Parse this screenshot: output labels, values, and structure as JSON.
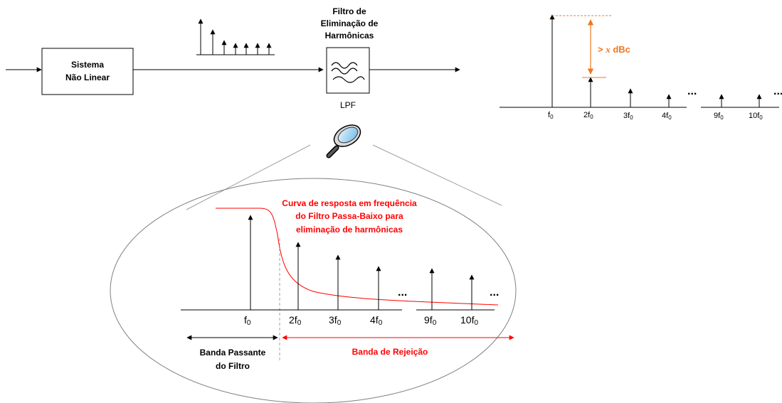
{
  "blocks": {
    "system_l1": "Sistema",
    "system_l2": "Não Linear",
    "filter_title_l1": "Filtro de",
    "filter_title_l2": "Eliminação de",
    "filter_title_l3": "Harmônicas",
    "filter_type": "LPF"
  },
  "spectrum": {
    "labels": [
      {
        "base": "f",
        "sub": "0"
      },
      {
        "base": "2f",
        "sub": "0"
      },
      {
        "base": "3f",
        "sub": "0"
      },
      {
        "base": "4f",
        "sub": "0"
      },
      {
        "base": "9f",
        "sub": "0"
      },
      {
        "base": "10f",
        "sub": "0"
      }
    ],
    "dbc_prefix": ">",
    "dbc_var": "x",
    "dbc_unit": "dBc",
    "ellipsis": "..."
  },
  "zoom": {
    "curve_label_l1": "Curva de resposta em frequência",
    "curve_label_l2": "do Filtro Passa-Baixo para",
    "curve_label_l3": "eliminação de harmônicas",
    "passband_l1": "Banda Passante",
    "passband_l2": "do Filtro",
    "stopband": "Banda de Rejeição"
  },
  "colors": {
    "red": "#ff0000",
    "orange": "#f07820",
    "line": "#000000",
    "ellipse": "#808080"
  }
}
